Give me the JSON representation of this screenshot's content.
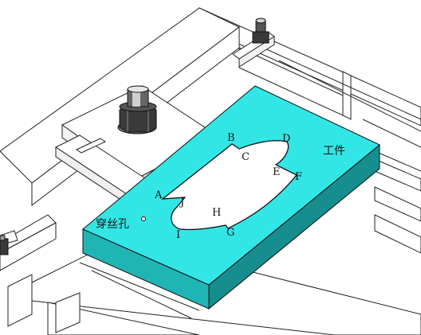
{
  "workpiece_label": "工件",
  "hole_label": "穿丝孔",
  "points": {
    "A": "A",
    "B": "B",
    "C": "C",
    "D": "D",
    "E": "E",
    "F": "F",
    "G": "G",
    "H": "H",
    "I": "I",
    "J": "J"
  },
  "colors": {
    "workpiece_top": "#33E6E6",
    "workpiece_front": "#1FB5B5",
    "workpiece_side": "#168E8E",
    "fixture_stroke": "#222222",
    "fixture_fill": "#ffffff"
  }
}
